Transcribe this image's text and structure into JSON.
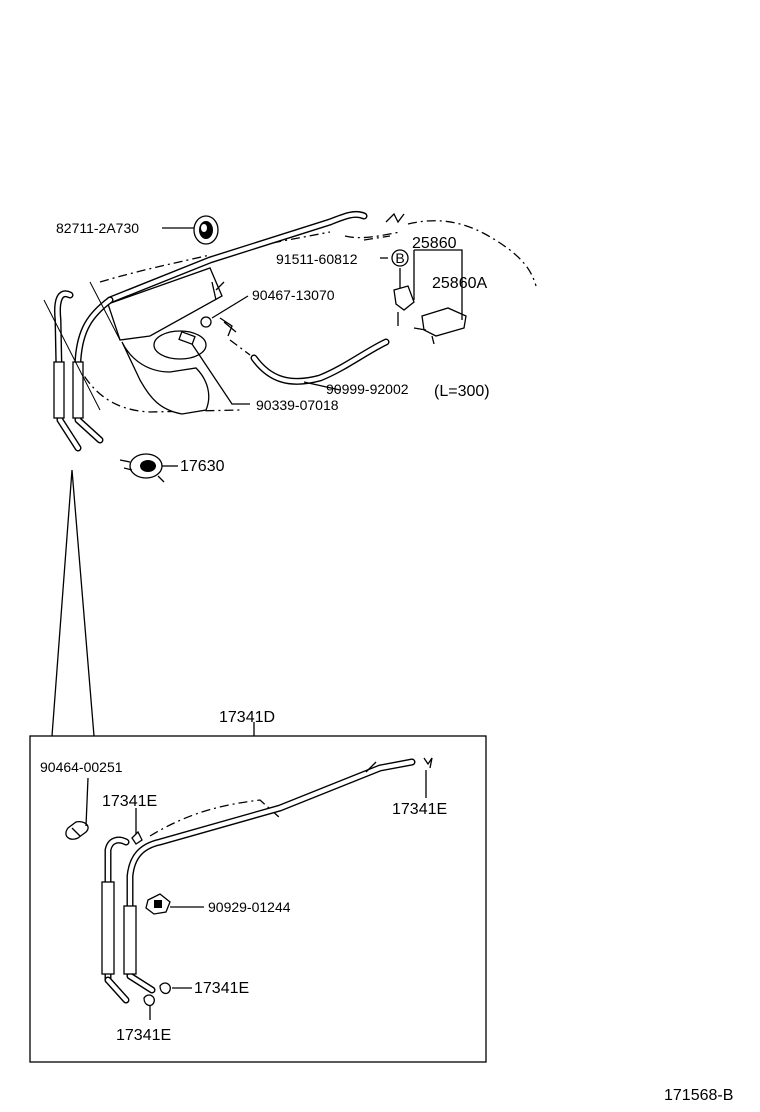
{
  "callouts": {
    "p82711": "82711-2A730",
    "p91511": "91511-60812",
    "p25860": "25860",
    "p25860a": "25860A",
    "p90467": "90467-13070",
    "p90999": "90999-92002",
    "p90999_len": "(L=300)",
    "p90339": "90339-07018",
    "p17630": "17630",
    "p17341d": "17341D",
    "p90464": "90464-00251",
    "p17341e_1": "17341E",
    "p17341e_2": "17341E",
    "p17341e_3": "17341E",
    "p17341e_4": "17341E",
    "p90929": "90929-01244"
  },
  "markers": {
    "b_circle": "B"
  },
  "figure_id": "171568-B"
}
